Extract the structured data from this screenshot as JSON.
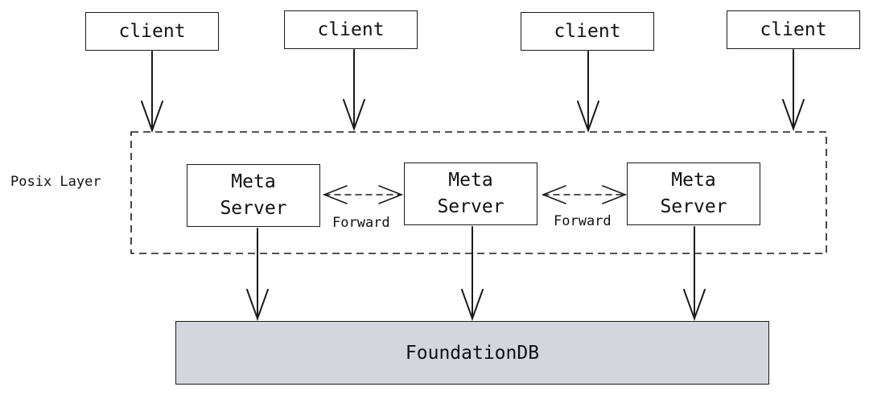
{
  "clients": [
    {
      "label": "client"
    },
    {
      "label": "client"
    },
    {
      "label": "client"
    },
    {
      "label": "client"
    }
  ],
  "posix_layer": {
    "label": "Posix Layer"
  },
  "meta_servers": [
    {
      "line1": "Meta",
      "line2": "Server"
    },
    {
      "line1": "Meta",
      "line2": "Server"
    },
    {
      "line1": "Meta",
      "line2": "Server"
    }
  ],
  "forward_labels": [
    "Forward",
    "Forward"
  ],
  "database": {
    "label": "FoundationDB",
    "fill_color": "#d3d6dd"
  }
}
